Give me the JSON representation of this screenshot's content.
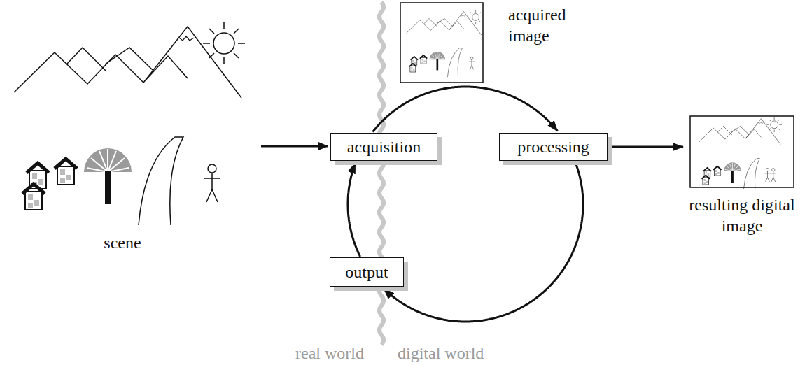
{
  "diagram": {
    "nodes": [
      {
        "text": [
          "acquisition"
        ]
      },
      {
        "text": [
          "processing"
        ]
      },
      {
        "text": [
          "output"
        ]
      },
      {
        "text": [
          "resulting digital image"
        ]
      }
    ],
    "edges": [
      {
        "from": 0,
        "to": 1,
        "arrow": "to"
      },
      {
        "from": 1,
        "to": 2,
        "arrow": "to"
      },
      {
        "from": 2,
        "to": 0,
        "arrow": "to"
      },
      {
        "from": 1,
        "to": 3,
        "arrow": "to"
      }
    ],
    "labels": [
      "scene",
      "acquired image",
      "real world",
      "digital world"
    ]
  }
}
